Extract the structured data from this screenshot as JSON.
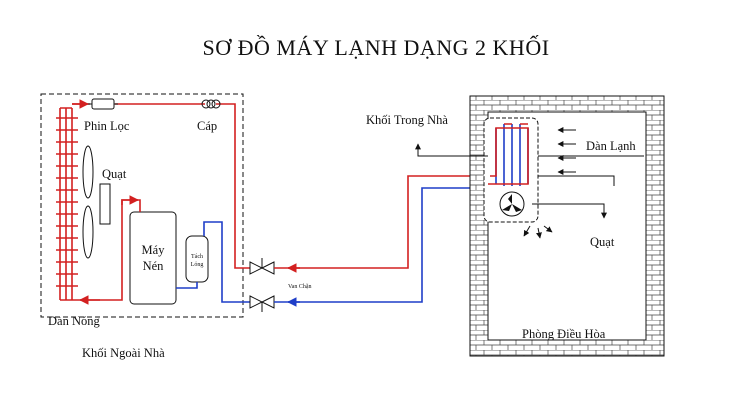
{
  "title": "SƠ ĐỒ MÁY LẠNH DẠNG 2 KHỐI",
  "labels": {
    "phin_loc": "Phin Lọc",
    "cap": "Cáp",
    "quat_out": "Quạt",
    "may_nen_1": "Máy",
    "may_nen_2": "Nén",
    "tach_long_1": "Tách",
    "tach_long_2": "Lỏng",
    "van_chan": "Van Chặn",
    "dan_nong": "Dàn Nóng",
    "khoi_ngoai_nha": "Khối Ngoài Nhà",
    "khoi_trong_nha": "Khối Trong Nhà",
    "dan_lanh": "Dàn Lạnh",
    "quat_in": "Quạt",
    "phong_dieu_hoa": "Phòng Điều Hòa"
  },
  "colors": {
    "hot_line": "#d32020",
    "cold_line": "#1f3ec8",
    "outline": "#111111"
  }
}
